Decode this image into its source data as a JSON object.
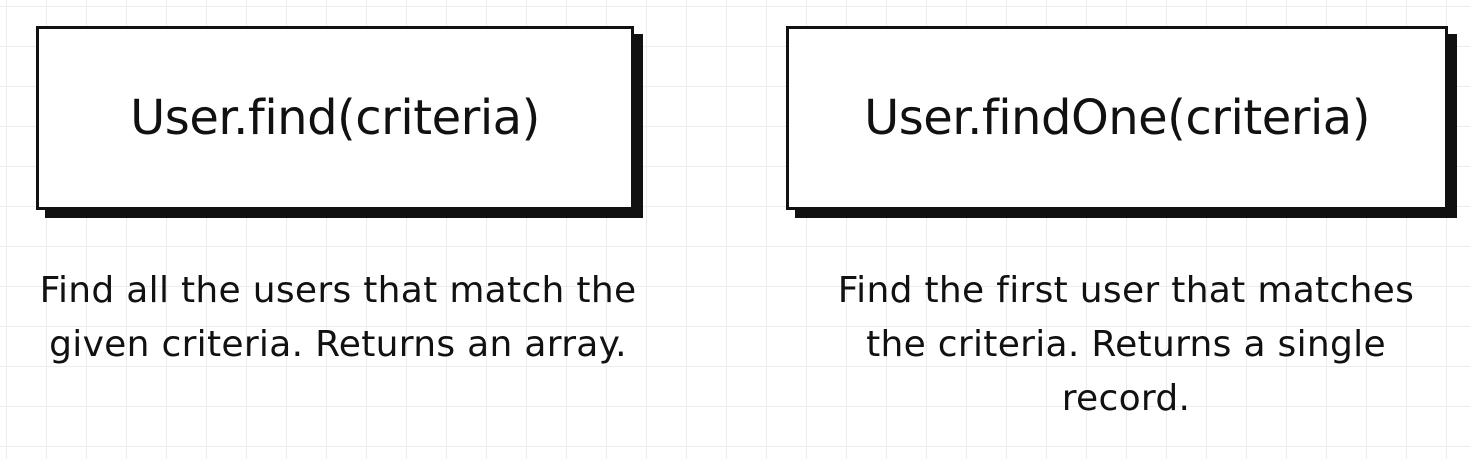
{
  "boxes": [
    {
      "method": "User.find(criteria)",
      "description": "Find all the users that match the\ngiven criteria.  Returns an array."
    },
    {
      "method": "User.findOne(criteria)",
      "description": "Find the first user that matches\nthe criteria.  Returns a single\nrecord."
    }
  ]
}
